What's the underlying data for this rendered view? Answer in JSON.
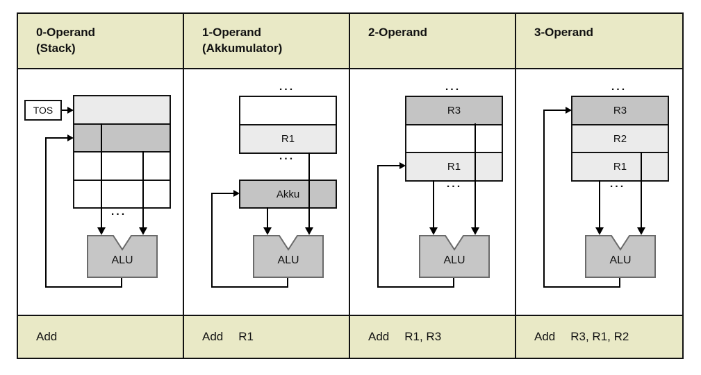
{
  "header": {
    "columns": [
      {
        "title": "0-Operand",
        "subtitle": "(Stack)"
      },
      {
        "title": "1-Operand",
        "subtitle": "(Akkumulator)"
      },
      {
        "title": "2-Operand",
        "subtitle": ""
      },
      {
        "title": "3-Operand",
        "subtitle": ""
      }
    ]
  },
  "labels": {
    "tos": "TOS",
    "alu": "ALU",
    "akku": "Akku",
    "r1": "R1",
    "r2": "R2",
    "r3": "R3",
    "ellipsis": "..."
  },
  "instructions": [
    {
      "mnemonic": "Add",
      "operands": ""
    },
    {
      "mnemonic": "Add",
      "operands": "R1"
    },
    {
      "mnemonic": "Add",
      "operands": "R1, R3"
    },
    {
      "mnemonic": "Add",
      "operands": "R3, R1, R2"
    }
  ],
  "colors": {
    "header_bg": "#e9e9c6",
    "cell_light": "#ebebeb",
    "cell_dark": "#c4c4c4",
    "alu_fill": "#c6c6c6",
    "alu_border": "#6a6a6a",
    "line": "#000000",
    "border": "#111111"
  }
}
